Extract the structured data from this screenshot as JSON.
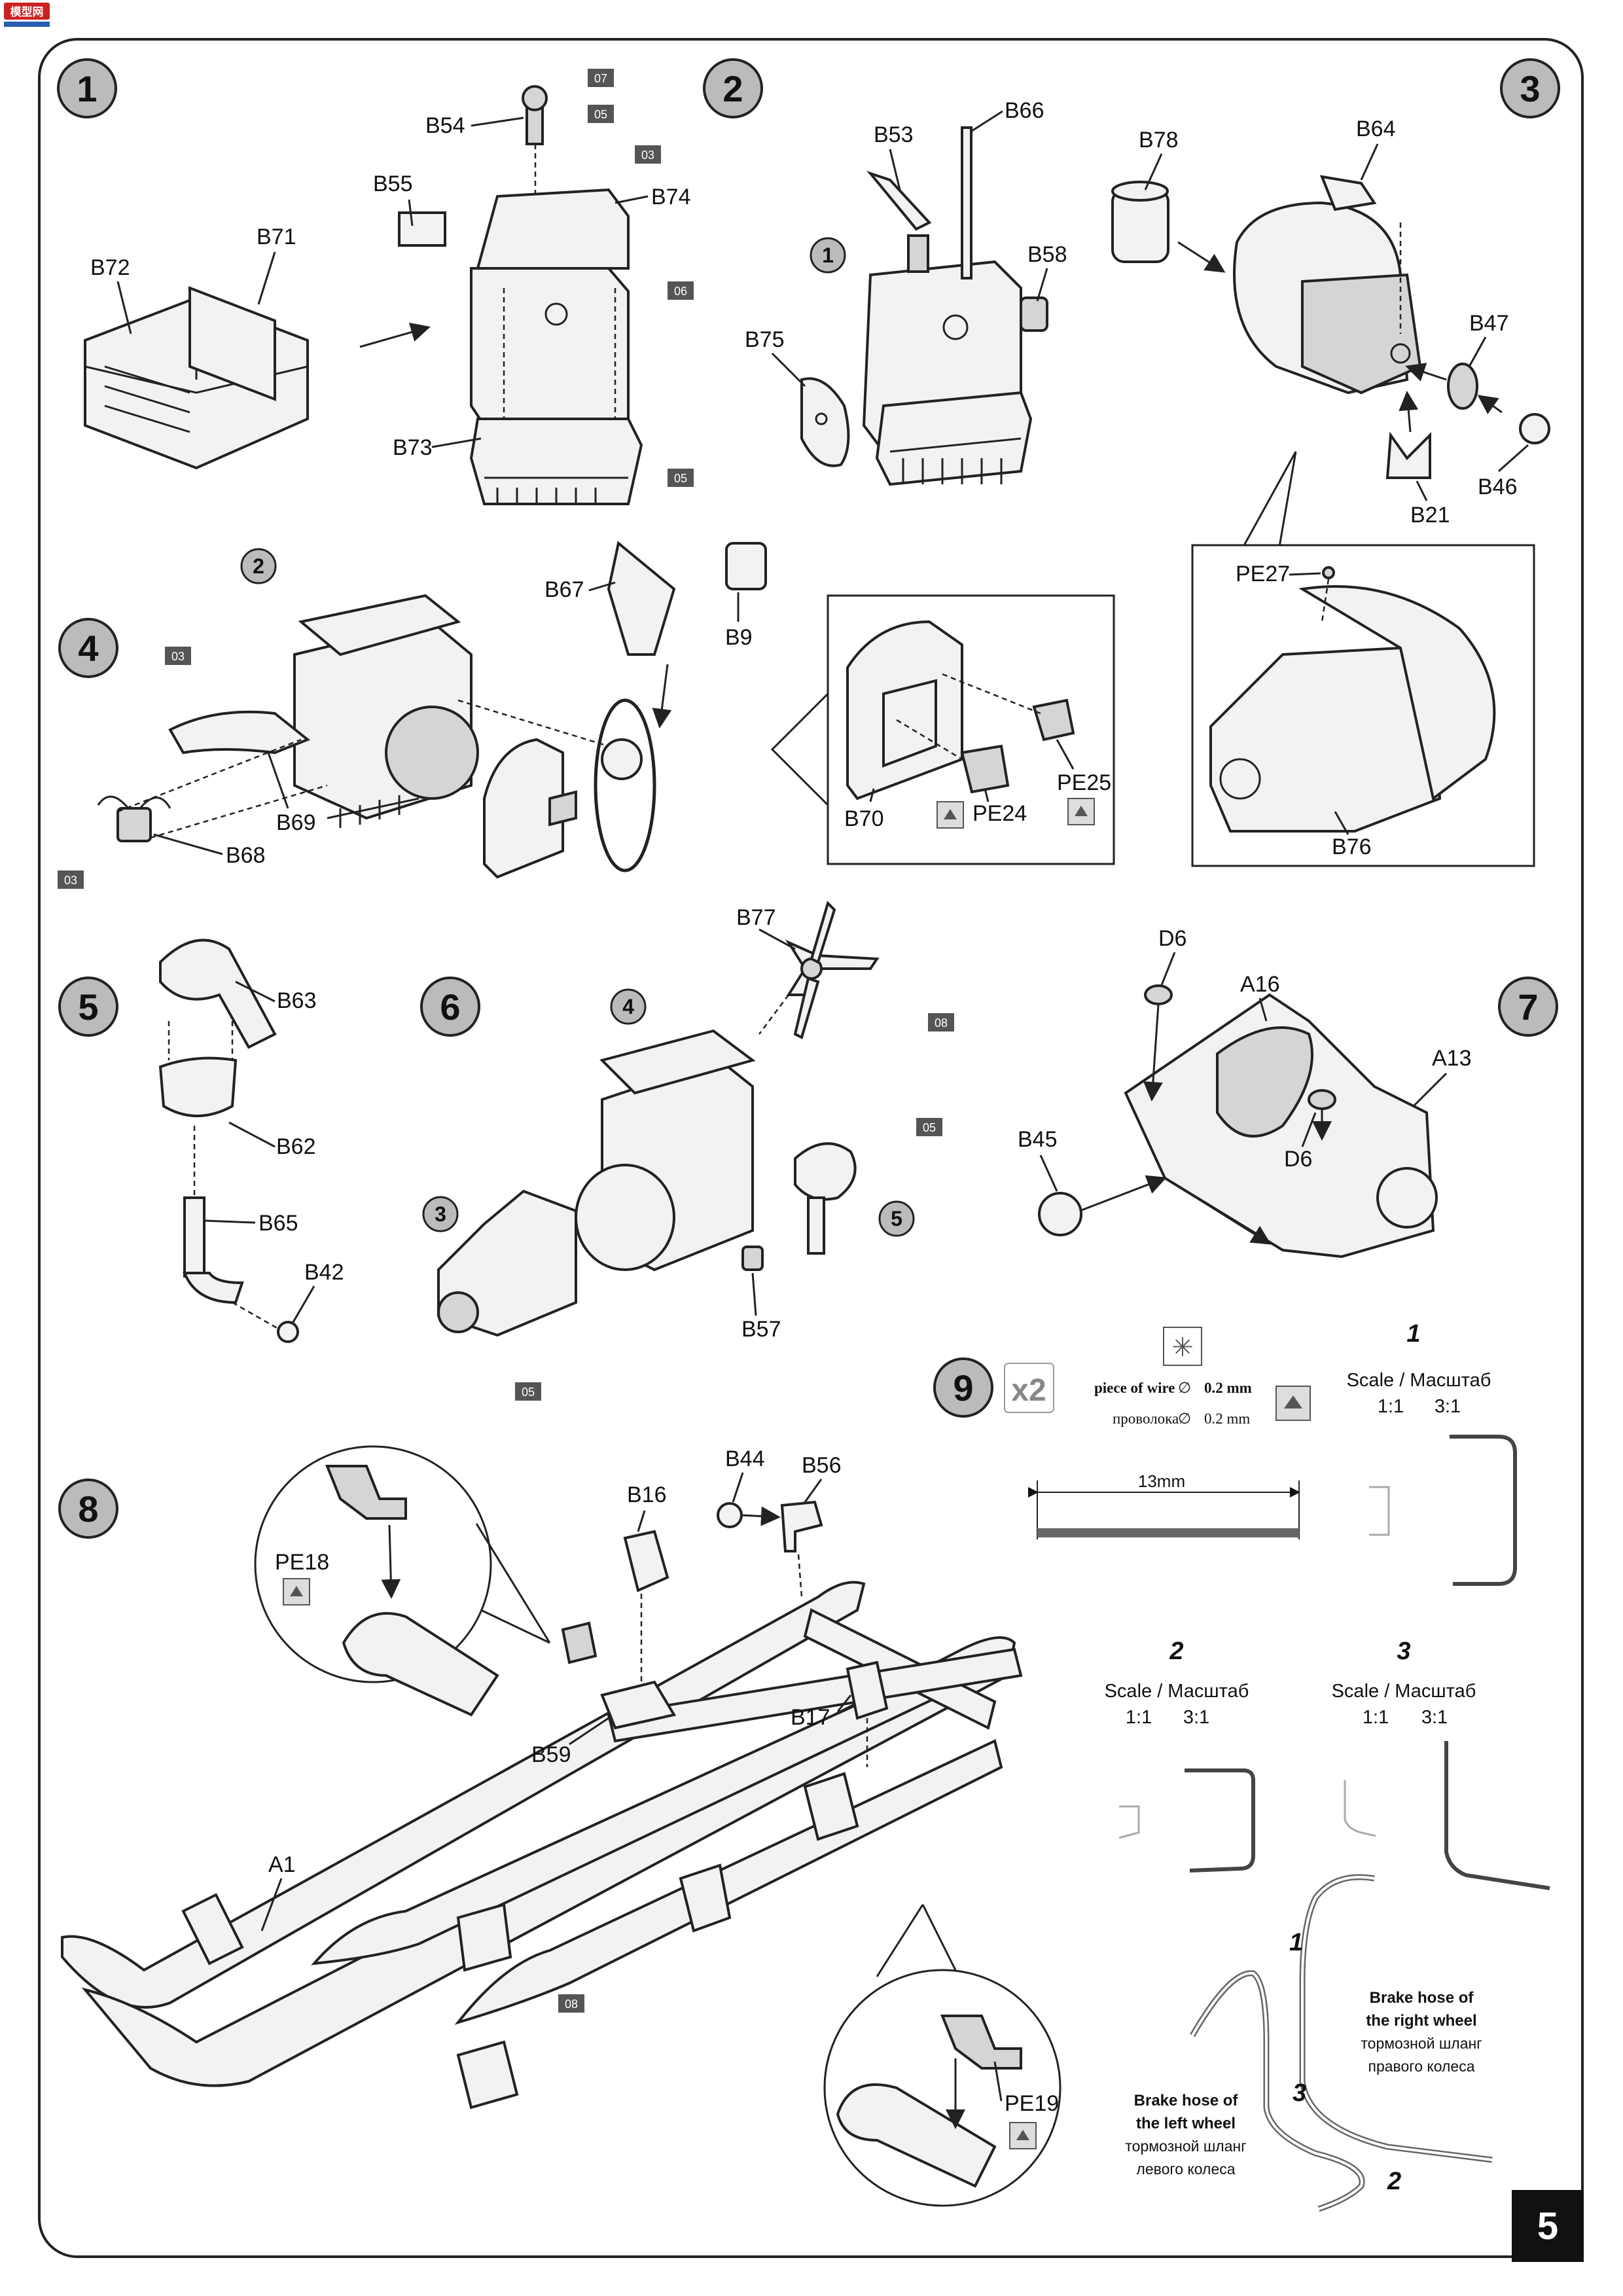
{
  "page": {
    "page_number": "5",
    "publisher_logo_text": "模型网"
  },
  "steps": [
    {
      "number": "1",
      "parts": [
        "B54",
        "B55",
        "B71",
        "B72",
        "B73",
        "B74"
      ],
      "paint_codes": [
        "07",
        "05",
        "03",
        "06",
        "05"
      ]
    },
    {
      "number": "2",
      "parts": [
        "B53",
        "B66",
        "B58",
        "B75"
      ],
      "subassembly": "1"
    },
    {
      "number": "3",
      "parts": [
        "B78",
        "B64",
        "B47",
        "B46",
        "B21"
      ],
      "detail": {
        "parts": [
          "PE27",
          "B76"
        ]
      }
    },
    {
      "number": "4",
      "parts": [
        "B67",
        "B9",
        "B69",
        "B68"
      ],
      "subassembly": "2",
      "paint_codes": [
        "03",
        "03"
      ],
      "detail": {
        "parts": [
          "B70",
          "PE24",
          "PE25"
        ]
      }
    },
    {
      "number": "5",
      "parts": [
        "B63",
        "B62",
        "B65",
        "B42"
      ]
    },
    {
      "number": "6",
      "parts": [
        "B77",
        "B57"
      ],
      "subassemblies": [
        "4",
        "3",
        "5"
      ],
      "paint_codes": [
        "08",
        "05",
        "05"
      ]
    },
    {
      "number": "7",
      "parts": [
        "D6",
        "A16",
        "A13",
        "B45",
        "D6"
      ]
    },
    {
      "number": "8",
      "parts": [
        "B44",
        "B56",
        "B16",
        "B17",
        "B59",
        "A1"
      ],
      "paint_codes": [
        "08"
      ],
      "details": [
        {
          "parts": [
            "PE18"
          ]
        },
        {
          "parts": [
            "PE19"
          ]
        }
      ]
    },
    {
      "number": "9",
      "quantity": "x2",
      "wire": {
        "label_en": "piece of wire",
        "diameter_en": "0.2 mm",
        "label_ru": "проволока",
        "diameter_ru": "0.2 mm",
        "length": "13mm"
      },
      "bends": [
        {
          "number": "1",
          "scale_label": "Scale  /  Масштаб",
          "ratios": [
            "1:1",
            "3:1"
          ]
        },
        {
          "number": "2",
          "scale_label": "Scale  /  Масштаб",
          "ratios": [
            "1:1",
            "3:1"
          ]
        },
        {
          "number": "3",
          "scale_label": "Scale  /  Масштаб",
          "ratios": [
            "1:1",
            "3:1"
          ]
        }
      ],
      "hoses": {
        "right": {
          "en_1": "Brake hose of",
          "en_2": "the right wheel",
          "ru_1": "тормозной шланг",
          "ru_2": "правого колеса"
        },
        "left": {
          "en_1": "Brake hose of",
          "en_2": "the left wheel",
          "ru_1": "тормозной шланг",
          "ru_2": "левого колеса"
        },
        "labels": [
          "1",
          "3",
          "2"
        ]
      }
    }
  ]
}
